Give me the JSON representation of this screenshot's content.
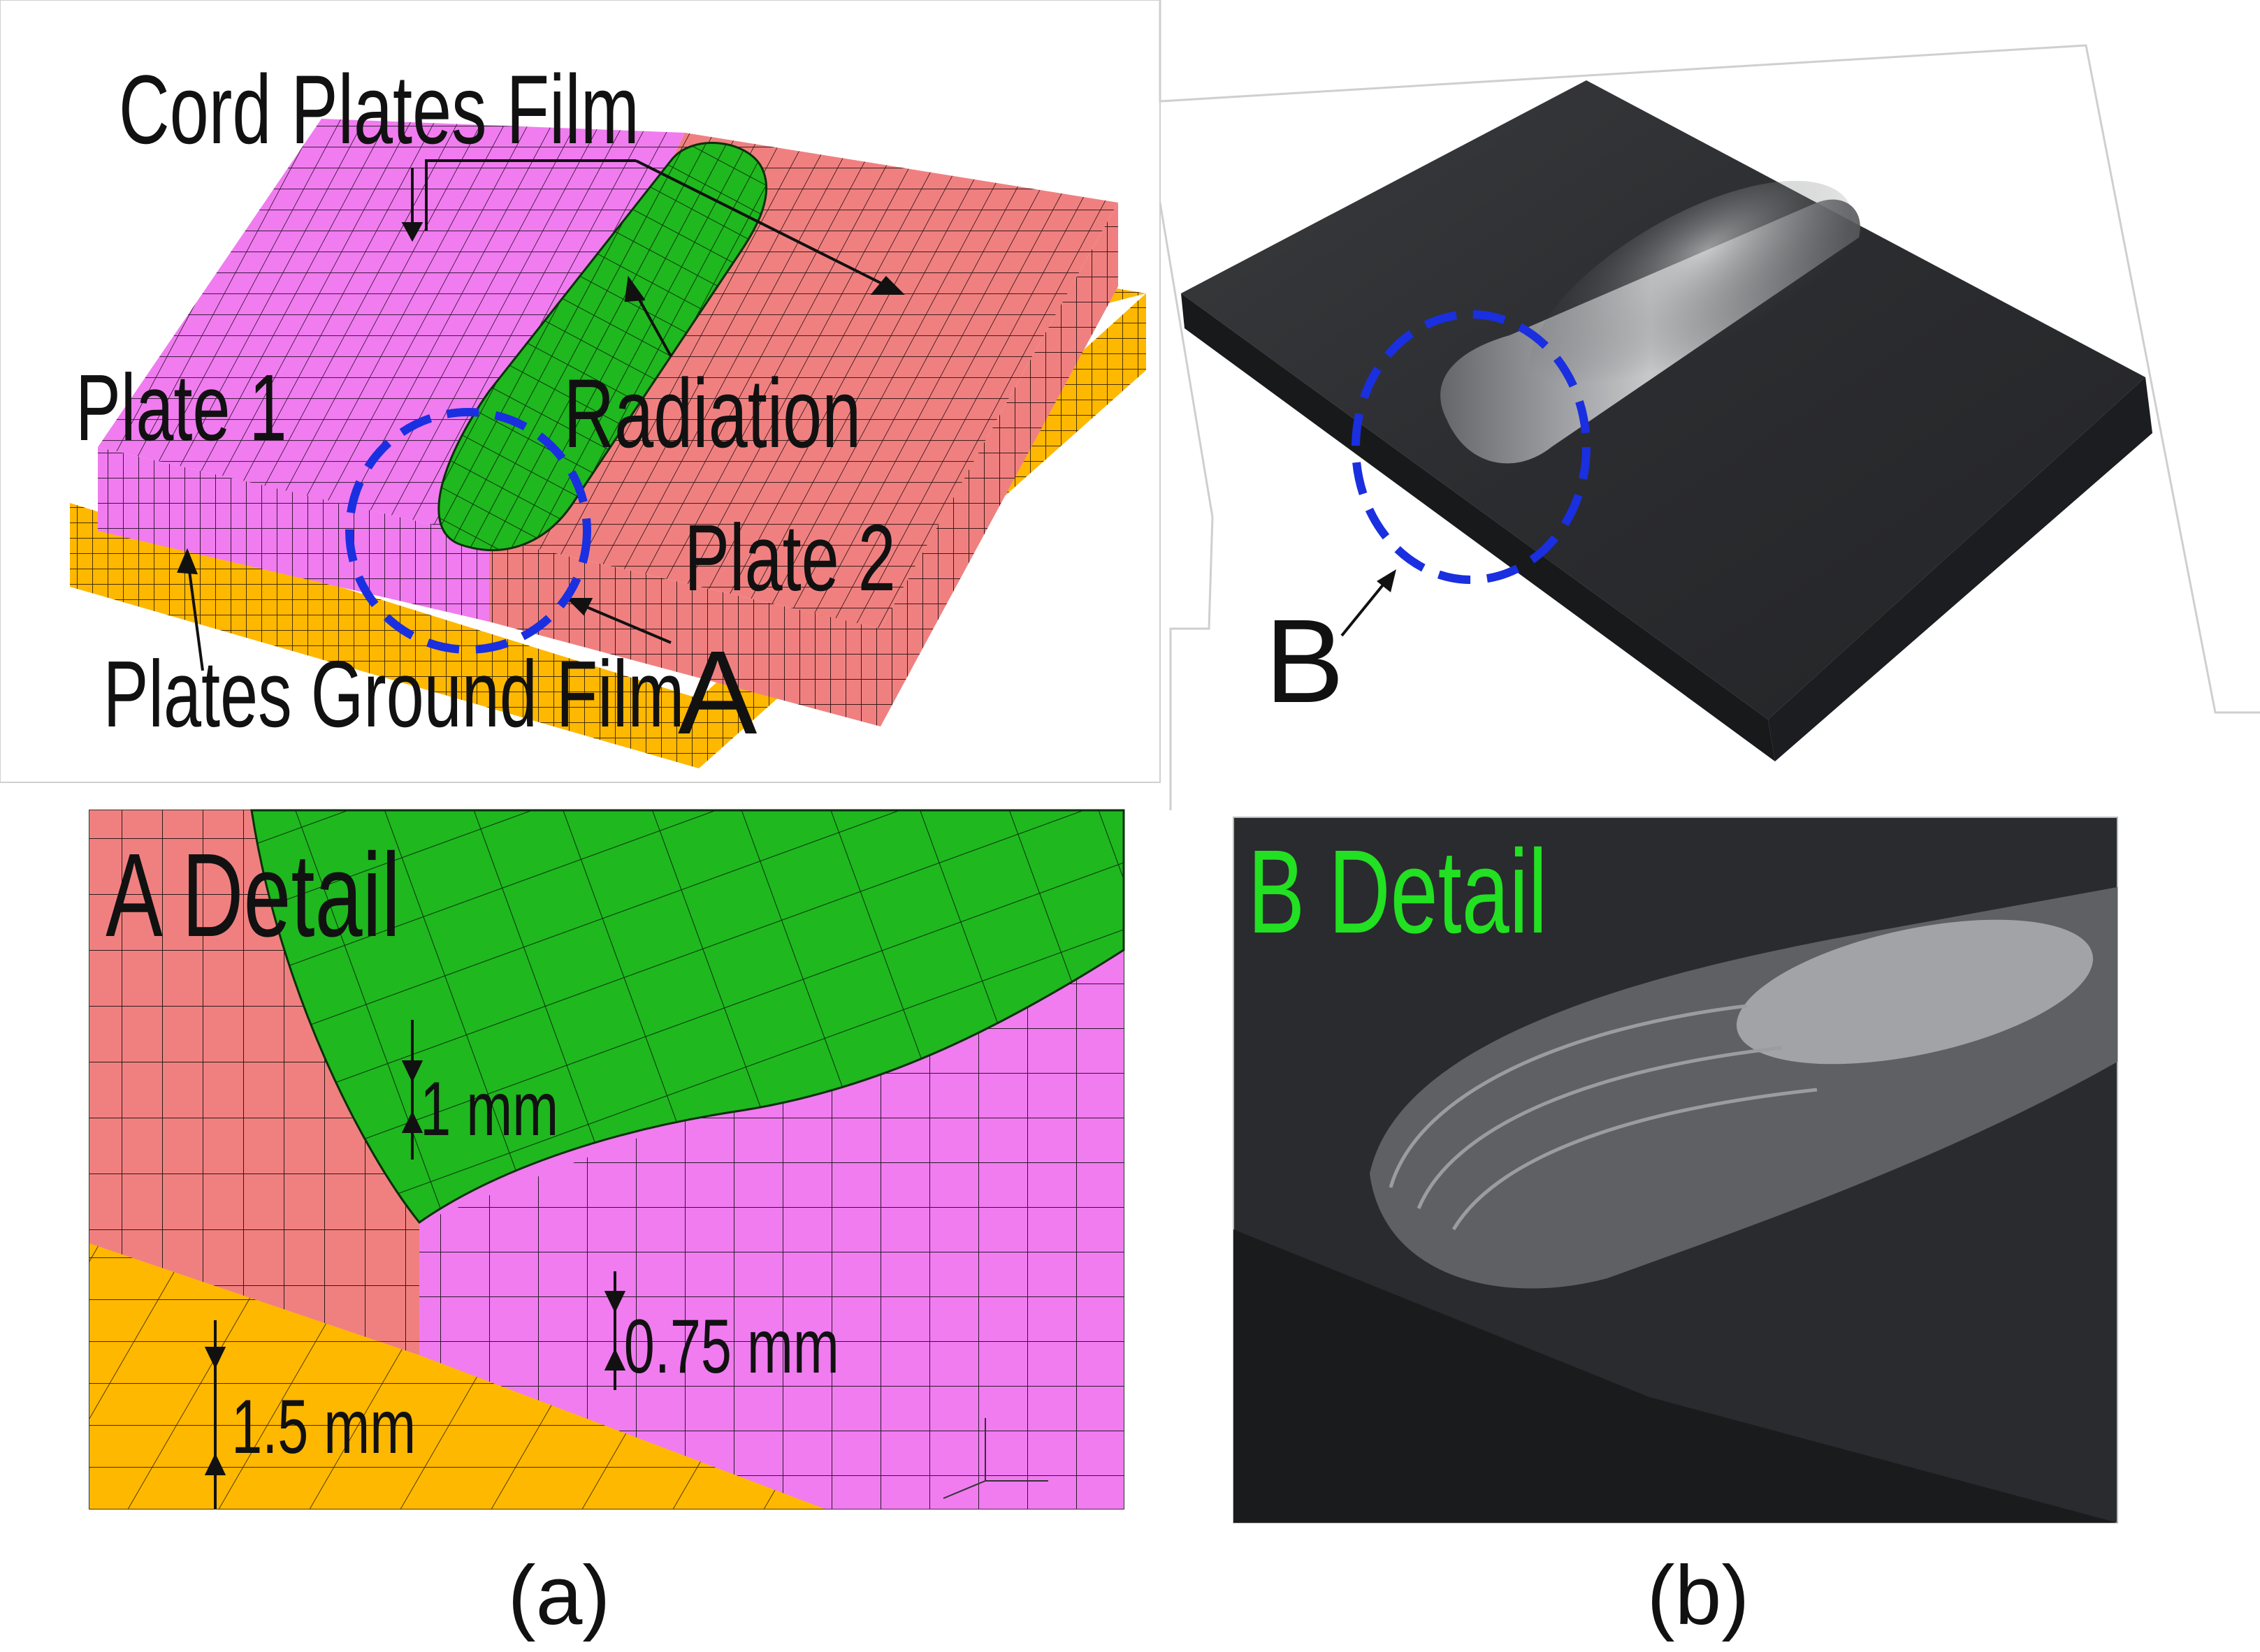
{
  "panel_a": {
    "labels": {
      "cord_plates_film": "Cord Plates Film",
      "plate1": "Plate 1",
      "plate2": "Plate 2",
      "radiation": "Radiation",
      "plates_ground_film": "Plates Ground Film",
      "marker": "A"
    },
    "detail": {
      "title": "A Detail",
      "dim_weld": "1 mm",
      "dim_plate": "0.75 mm",
      "dim_ground": "1.5 mm"
    },
    "caption": "(a)"
  },
  "panel_b": {
    "labels": {
      "marker": "B"
    },
    "detail": {
      "title": "B Detail"
    },
    "caption": "(b)"
  },
  "colors": {
    "plate1": "#f07cf0",
    "plate2": "#f08080",
    "weld": "#1fb81f",
    "ground": "#ffb800",
    "highlight_circle": "#1a2fe0",
    "b_detail_title": "#22e022",
    "steel": "#2a2b2e"
  }
}
